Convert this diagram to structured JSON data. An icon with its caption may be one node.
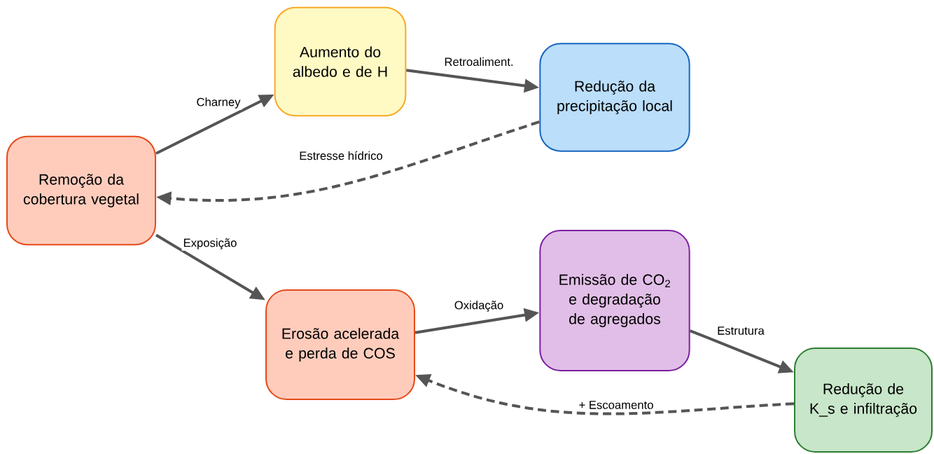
{
  "diagram": {
    "nodes": [
      {
        "text": [
          "Remoção da cobertura vegetal"
        ]
      },
      {
        "text": [
          "Aumento do albedo e de H"
        ]
      },
      {
        "text": [
          "Redução da precipitação local"
        ]
      },
      {
        "text": [
          "Erosão acelerada e perda de COS"
        ]
      },
      {
        "text": [
          "Emissão de CO$_{2}$ e degradação de agregados"
        ]
      },
      {
        "text": [
          "Redução de K_s e infiltração"
        ]
      }
    ],
    "edges": [
      {
        "from": 0,
        "to": 1,
        "arrow": "to",
        "label": "Charney"
      },
      {
        "from": 1,
        "to": 2,
        "arrow": "to",
        "label": "Retroaliment."
      },
      {
        "from": 2,
        "to": 0,
        "arrow": "to",
        "label": "Estresse hídrico",
        "style": "dashed"
      },
      {
        "from": 0,
        "to": 3,
        "arrow": "to",
        "label": "Exposição"
      },
      {
        "from": 3,
        "to": 4,
        "arrow": "to",
        "label": "Oxidação"
      },
      {
        "from": 4,
        "to": 5,
        "arrow": "to",
        "label": "Estrutura"
      },
      {
        "from": 5,
        "to": 3,
        "arrow": "to",
        "label": "+ Escoamento",
        "style": "dashed"
      }
    ]
  }
}
